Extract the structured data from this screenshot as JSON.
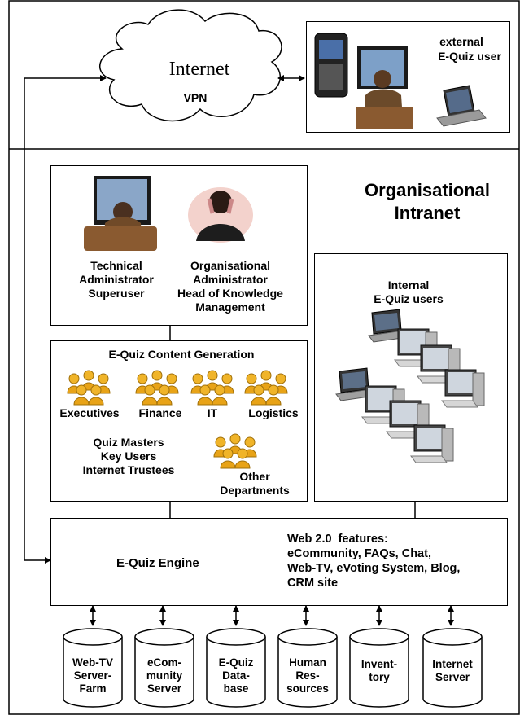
{
  "internet": {
    "title": "Internet",
    "vpn": "VPN"
  },
  "external_user": {
    "line1": "external",
    "line2": "E-Quiz user"
  },
  "intranet": {
    "line1": "Organisational",
    "line2": "Intranet"
  },
  "admins": {
    "technical": [
      "Technical",
      "Administrator",
      "Superuser"
    ],
    "organisational": [
      "Organisational",
      "Administrator",
      "Head of Knowledge",
      "Management"
    ]
  },
  "internal_users": {
    "line1": "Internal",
    "line2": "E-Quiz users"
  },
  "content_generation": {
    "title": "E-Quiz Content Generation",
    "groups": [
      "Executives",
      "Finance",
      "IT",
      "Logistics"
    ],
    "roles": [
      "Quiz Masters",
      "Key Users",
      "Internet Trustees"
    ],
    "other": [
      "Other",
      "Departments"
    ]
  },
  "engine": {
    "title": "E-Quiz Engine",
    "features_title": "Web 2.0  features:",
    "features": [
      "eCommunity, FAQs, Chat,",
      "Web-TV, eVoting System, Blog,",
      "CRM site"
    ]
  },
  "databases": [
    [
      "Web-TV",
      "Server-",
      "Farm"
    ],
    [
      "eCom-",
      "munity",
      "Server"
    ],
    [
      "E-Quiz",
      "Data-",
      "base"
    ],
    [
      "Human",
      "Res-",
      "sources"
    ],
    [
      "Invent-",
      "tory"
    ],
    [
      "Internet",
      "Server"
    ]
  ]
}
